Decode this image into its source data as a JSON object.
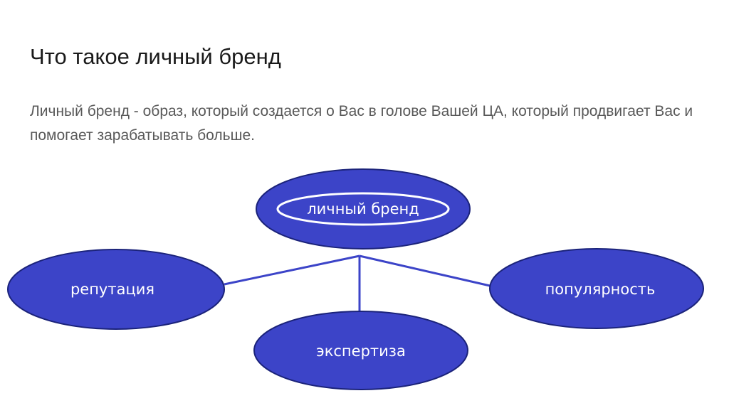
{
  "title": "Что такое личный бренд",
  "body": "Личный бренд - образ, который создается о Вас в голове Вашей ЦА, который продвигает Вас и помогает зарабатывать больше.",
  "diagram": {
    "center": "личный бренд",
    "left": "репутация",
    "right": "популярность",
    "bottom": "экспертиза"
  },
  "colors": {
    "node_fill": "#3c44c8",
    "node_border": "#1b237a",
    "connector": "#3c44c8",
    "inner_ring": "#ffffff"
  }
}
